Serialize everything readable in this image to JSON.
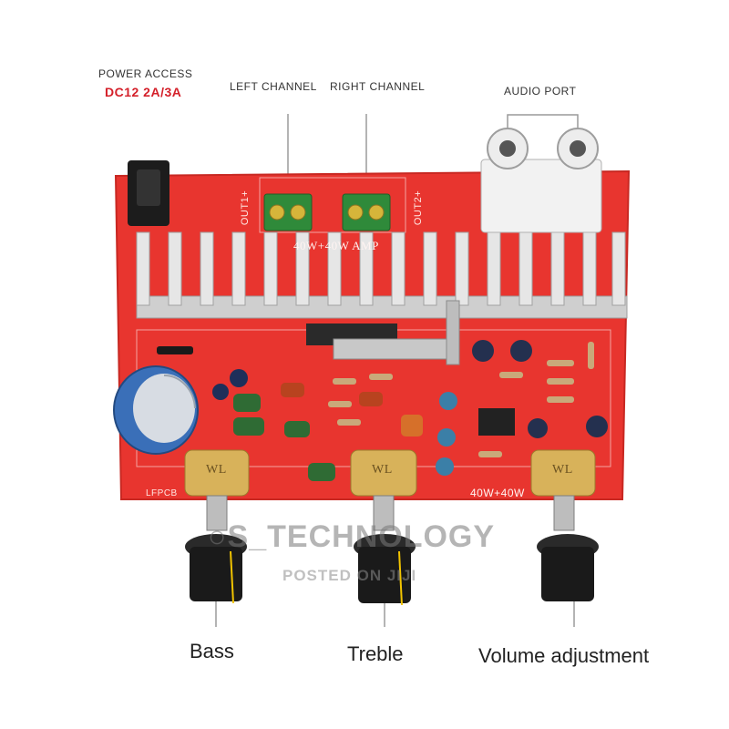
{
  "labels": {
    "power_access": "POWER ACCESS",
    "power_spec": "DC12 2A/3A",
    "left_channel": "LEFT CHANNEL",
    "right_channel": "RIGHT CHANNEL",
    "audio_port": "AUDIO PORT",
    "bass": "Bass",
    "treble": "Treble",
    "volume": "Volume adjustment"
  },
  "board_text": {
    "out1": "OUT1+",
    "out2": "OUT2+",
    "amp": "40W+40W AMP",
    "model": "40W+40W",
    "pcb": "LFPCB",
    "pot": "WL"
  },
  "watermark": {
    "brand": "S_TECHNOLOGY",
    "posted": "POSTED ON JIJI"
  },
  "colors": {
    "pcb": "#e8352f",
    "heatsink": "#d9d9d9",
    "terminal": "#2f8a3a",
    "pot": "#d8b25a",
    "knob": "#1a1a1a"
  }
}
